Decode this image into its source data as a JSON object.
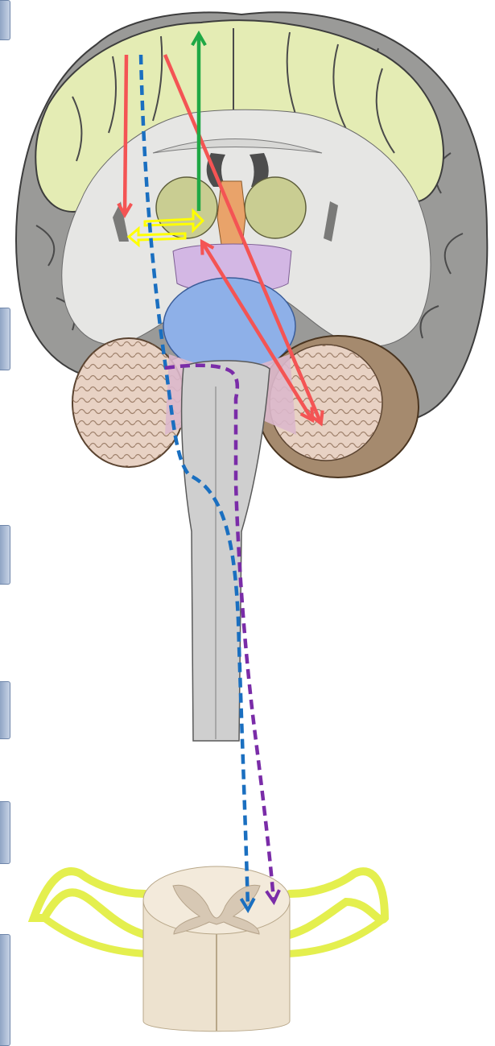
{
  "colors": {
    "background": "#ffffff",
    "cortex_gray": "#9a9a98",
    "white_matter": "#e6e6e4",
    "gray_matter_highlight": "#e4ecb4",
    "thalamus": "#c9cd92",
    "midbrain": "#d3b7e4",
    "pons": "#8eb0e8",
    "cerebellum": "#e8d2c4",
    "cerebellum_cortex": "#a58a6e",
    "brainstem": "#cfcfcf",
    "spinal_cord": "#ede2cf",
    "spinal_gray": "#d7c8b4",
    "nerve_roots": "#e4ef4e",
    "arrow_red": "#f45454",
    "arrow_green": "#1fa845",
    "arrow_yellow": "#ffff00",
    "path_blue_dashed": "#1a6fc0",
    "path_purple_dashed": "#7a2ca8",
    "side_tab": "#a9b9d4"
  },
  "legend_tabs": [
    {
      "id": "tab-1"
    },
    {
      "id": "tab-2"
    },
    {
      "id": "tab-3"
    },
    {
      "id": "tab-4"
    },
    {
      "id": "tab-5"
    },
    {
      "id": "tab-6"
    }
  ]
}
